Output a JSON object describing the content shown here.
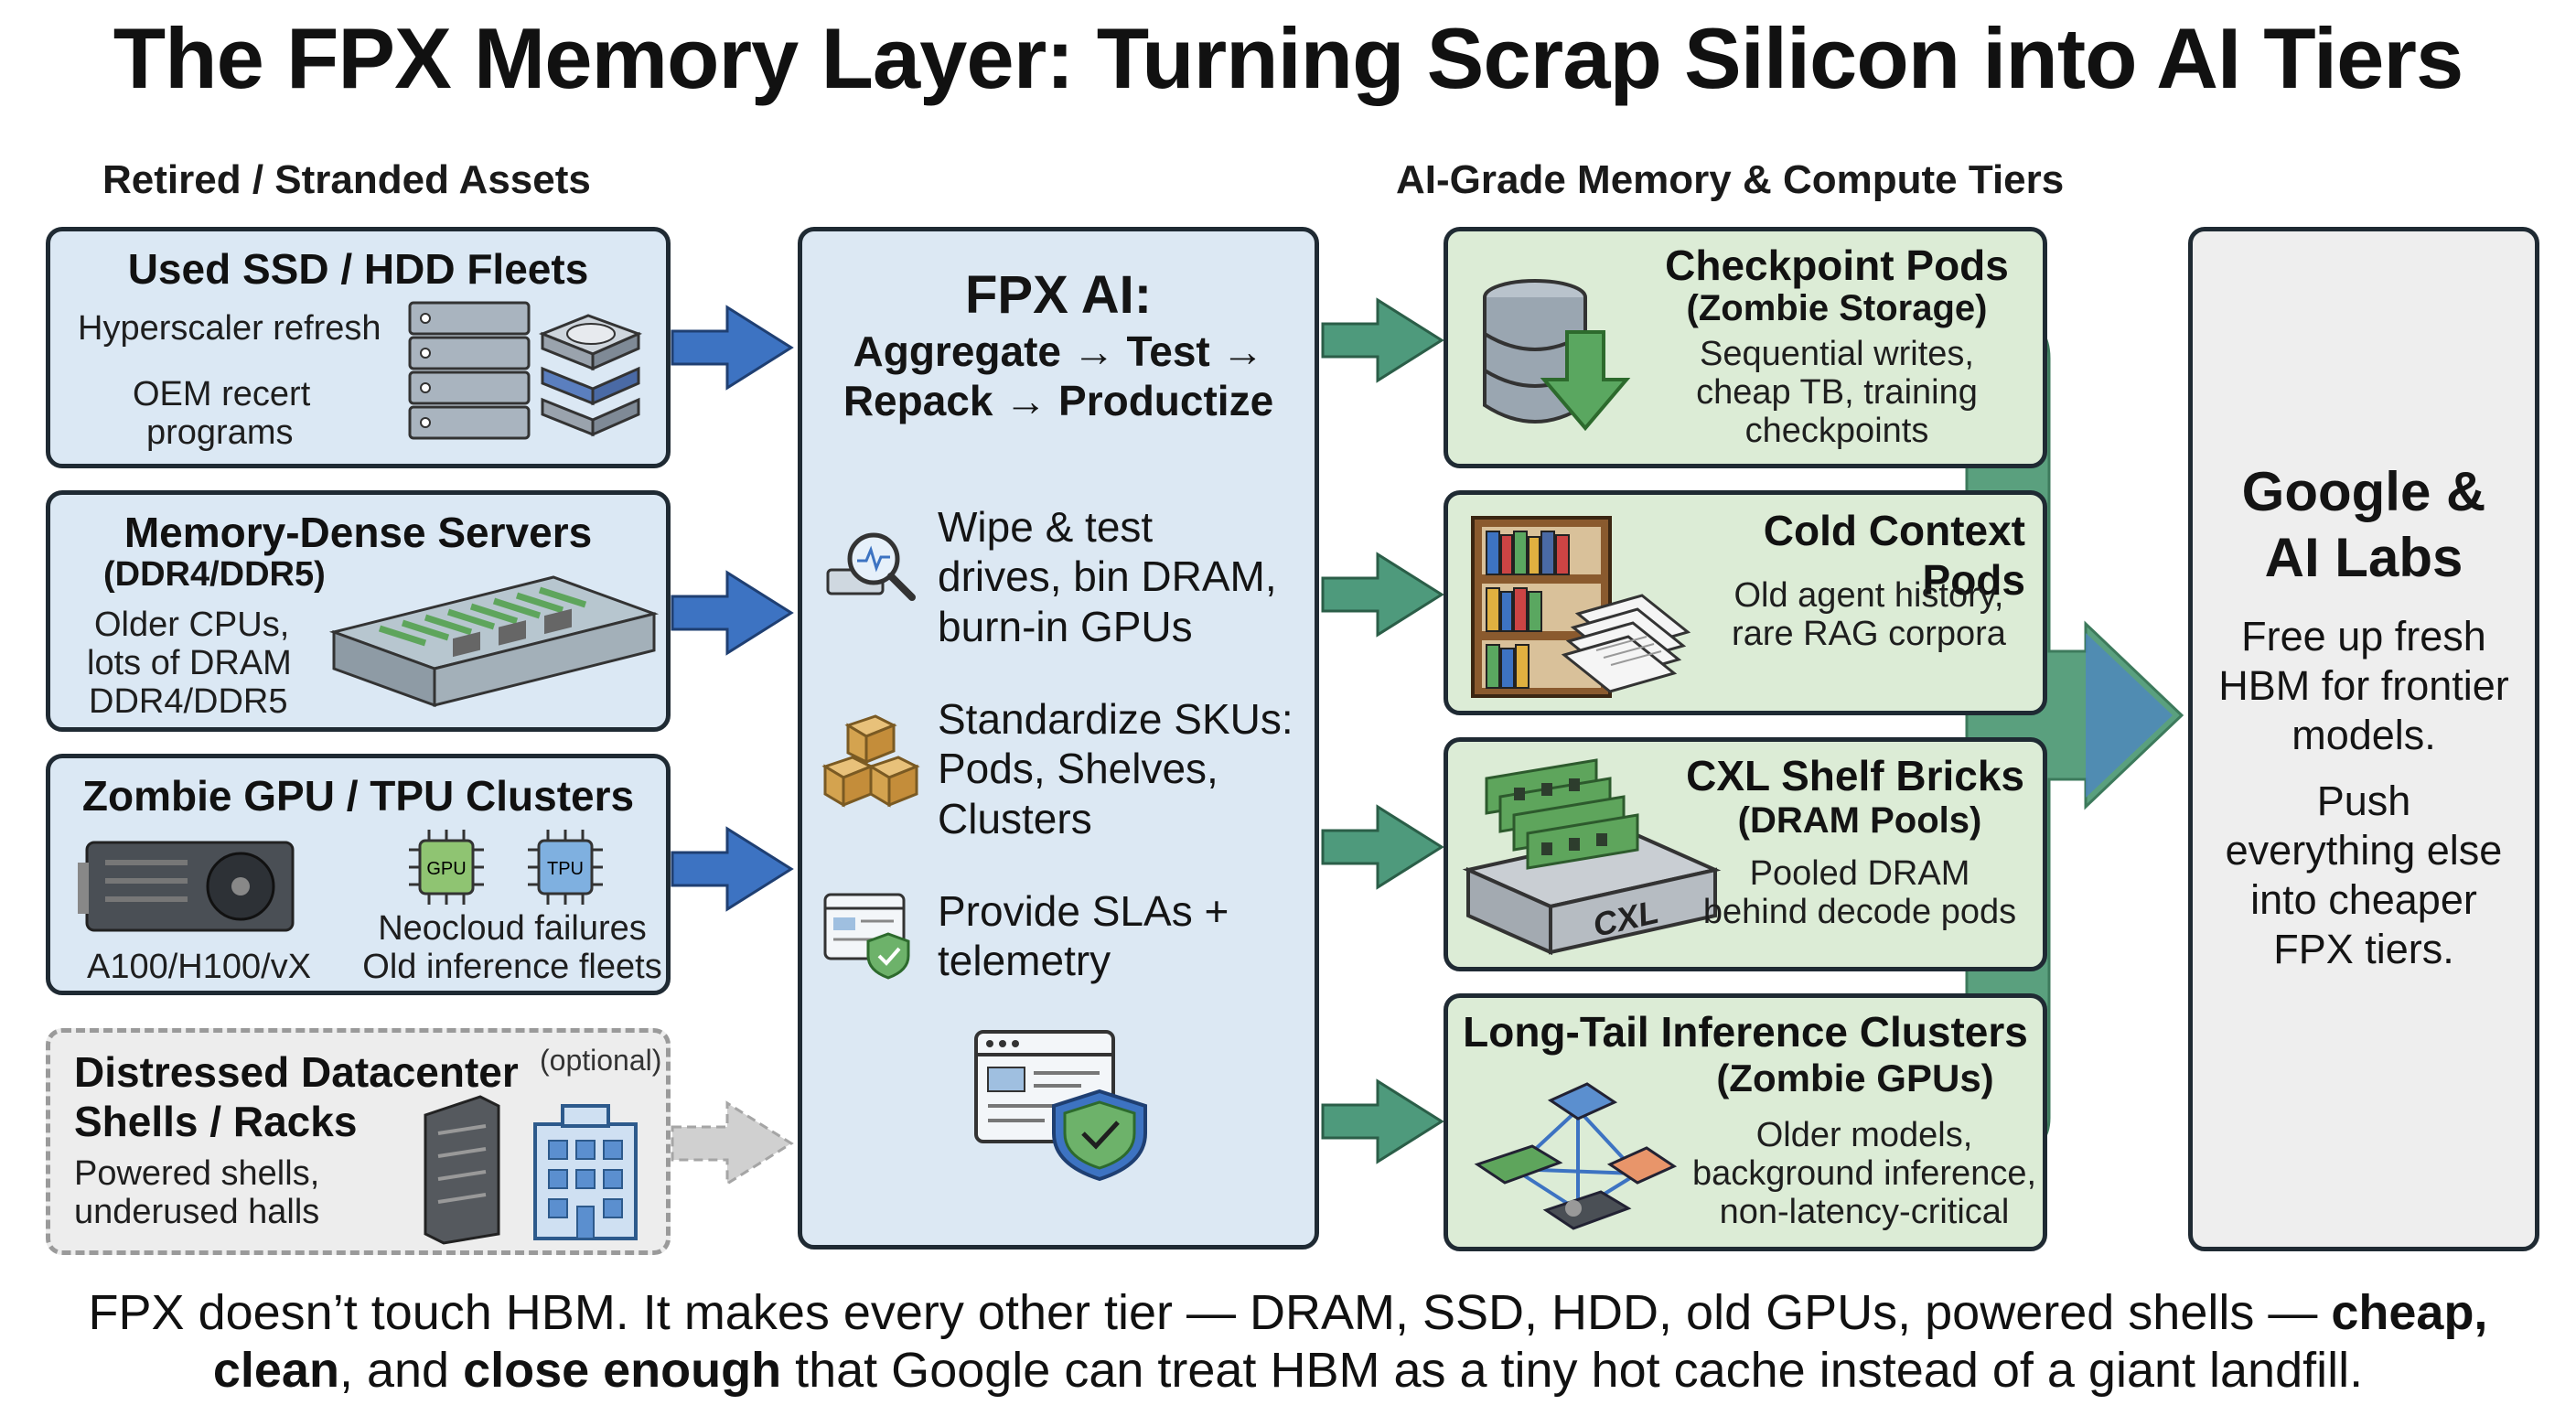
{
  "title": "The FPX Memory Layer: Turning Scrap Silicon into AI Tiers",
  "left_header": "Retired / Stranded Assets",
  "right_header": "AI-Grade Memory & Compute Tiers",
  "sources": [
    {
      "title": "Used SSD / HDD Fleets",
      "lines": [
        "Hyperscaler refresh",
        "OEM recert",
        "programs"
      ]
    },
    {
      "title": "Memory-Dense Servers",
      "subtitle": "(DDR4/DDR5)",
      "lines": [
        "Older CPUs,",
        "lots of DRAM",
        "DDR4/DDR5"
      ]
    },
    {
      "title": "Zombie GPU / TPU Clusters",
      "chip_gpu": "GPU",
      "chip_tpu": "TPU",
      "left_caption": "A100/H100/vX",
      "lines": [
        "Neocloud failures",
        "Old inference fleets"
      ]
    },
    {
      "title_line1": "Distressed Datacenter",
      "title_line2": "Shells / Racks",
      "tag": "(optional)",
      "lines": [
        "Powered shells,",
        "underused halls"
      ]
    }
  ],
  "process": {
    "title": "FPX AI:",
    "subtitle_line1": "Aggregate → Test →",
    "subtitle_line2": "Repack → Productize",
    "steps": [
      {
        "icon": "magnifier-testing-icon",
        "lines": [
          "Wipe & test",
          "drives, bin DRAM,",
          "burn-in GPUs"
        ]
      },
      {
        "icon": "boxes-icon",
        "lines": [
          "Standardize SKUs:",
          "Pods, Shelves,",
          "Clusters"
        ]
      },
      {
        "icon": "browser-shield-icon",
        "lines": [
          "Provide SLAs +",
          "telemetry"
        ]
      }
    ]
  },
  "tiers": [
    {
      "title": "Checkpoint Pods",
      "subtitle": "(Zombie Storage)",
      "lines": [
        "Sequential writes,",
        "cheap TB, training",
        "checkpoints"
      ]
    },
    {
      "title": "Cold Context Pods",
      "lines": [
        "Old agent history,",
        "rare RAG corpora"
      ]
    },
    {
      "title": "CXL Shelf Bricks",
      "subtitle": "(DRAM Pools)",
      "lines": [
        "Pooled DRAM",
        "behind decode pods"
      ],
      "device_label": "CXL"
    },
    {
      "title": "Long-Tail Inference Clusters",
      "subtitle": "(Zombie GPUs)",
      "lines": [
        "Older models,",
        "background inference,",
        "non-latency-critical"
      ]
    }
  ],
  "sink": {
    "title_line1": "Google &",
    "title_line2": "AI Labs",
    "lines1": [
      "Free up fresh",
      "HBM for frontier",
      "models."
    ],
    "lines2": [
      "Push",
      "everything else",
      "into cheaper",
      "FPX tiers."
    ]
  },
  "footer": {
    "l1_a": "FPX doesn’t touch HBM. It makes every other tier — DRAM, SSD, HDD, old GPUs, powered shells — ",
    "l1_b": "cheap,",
    "l2_a": "clean",
    "l2_b": ", and ",
    "l2_c": "close enough",
    "l2_d": " that Google can treat HBM as a tiny hot cache instead of a giant landfill."
  },
  "colors": {
    "blue_arrow": "#3d73c2",
    "green_arrow": "#4e9a7c",
    "teal_connector": "#5aa07e",
    "source_fill": "#dbe8f4",
    "tier_fill": "#dcecd6",
    "sink_fill": "#eeeeee"
  }
}
